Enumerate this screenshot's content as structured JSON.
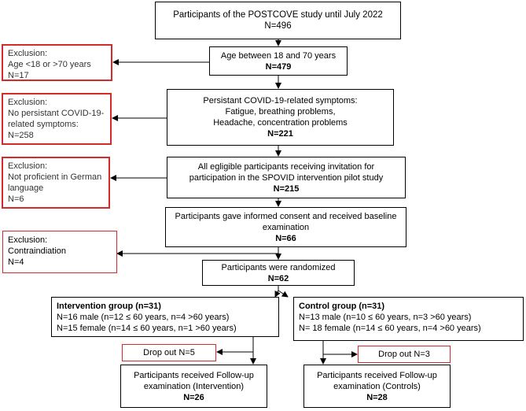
{
  "main_boxes": [
    {
      "id": "b1",
      "lines": [
        "Participants of the POSTCOVE study until July 2022"
      ],
      "n": "N=496"
    },
    {
      "id": "b2",
      "lines": [
        "Age between 18 and 70 years"
      ],
      "n": "N=479"
    },
    {
      "id": "b3",
      "lines": [
        "Persistant COVID-19-related symptoms:",
        "Fatigue, breathing problems,",
        "Headache, concentration problems"
      ],
      "n": "N=221"
    },
    {
      "id": "b4",
      "lines": [
        "All egligible participants receiving invitation for",
        "participation in the SPOVID intervention pilot study"
      ],
      "n": "N=215"
    },
    {
      "id": "b5",
      "lines": [
        "Participants gave informed consent and received baseline",
        "examination"
      ],
      "n": "N=66"
    },
    {
      "id": "b6",
      "lines": [
        "Participants were randomized"
      ],
      "n": "N=62"
    }
  ],
  "exclusions": [
    {
      "id": "e1",
      "lines": [
        "Exclusion:",
        "Age <18 or >70 years",
        "N=17"
      ]
    },
    {
      "id": "e2",
      "lines": [
        "Exclusion:",
        "No persistant COVID-19-",
        "related symptoms:",
        "N=258"
      ]
    },
    {
      "id": "e3",
      "lines": [
        "Exclusion:",
        "Not proficient in German",
        "language",
        "N=6"
      ]
    },
    {
      "id": "e4",
      "lines": [
        "Exclusion:",
        "Contraindiation",
        "N=4"
      ]
    }
  ],
  "groups": [
    {
      "id": "g1",
      "title": "Intervention group (n=31)",
      "lines": [
        "N=16 male (n=12 ≤ 60 years, n=4 >60 years)",
        "N=15 female (n=14 ≤ 60 years, n=1 >60 years)"
      ]
    },
    {
      "id": "g2",
      "title": "Control group (n=31)",
      "lines": [
        "N=13 male (n=10 ≤ 60 years, n=3 >60 years)",
        "N= 18 female (n=14 ≤ 60 years, n=4 >60 years)"
      ]
    }
  ],
  "dropouts": [
    {
      "id": "d1",
      "label": "Drop out N=5"
    },
    {
      "id": "d2",
      "label": "Drop out N=3"
    }
  ],
  "followups": [
    {
      "id": "f1",
      "lines": [
        "Participants received Follow-up",
        "examination (Intervention)"
      ],
      "n": "N=26"
    },
    {
      "id": "f2",
      "lines": [
        "Participants received Follow-up",
        "examination (Controls)"
      ],
      "n": "N=28"
    }
  ]
}
